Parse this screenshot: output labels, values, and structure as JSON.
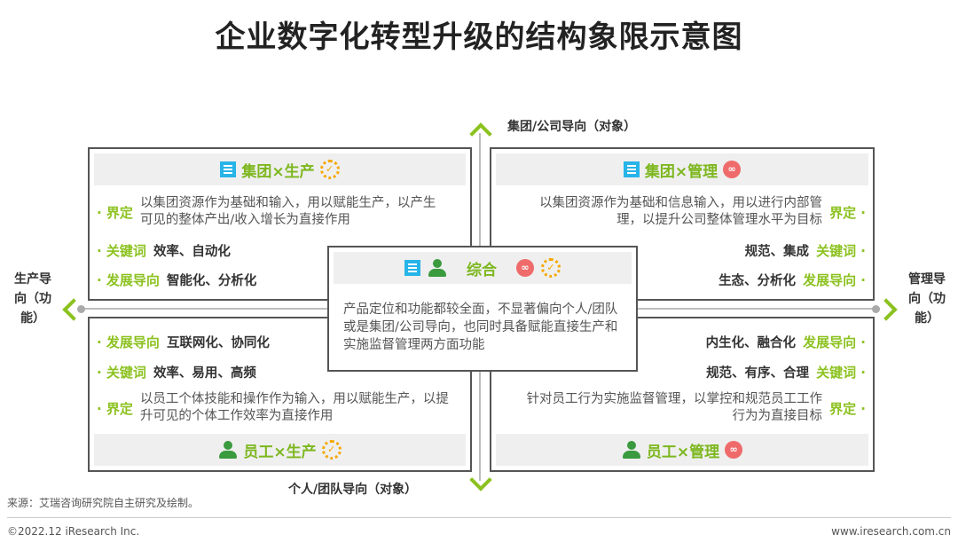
{
  "title": "企业数字化转型升级的结构象限示意图",
  "axes": {
    "top": "集团/公司导向（对象）",
    "bottom": "个人/团队导向（对象）",
    "left": "生产导向（功能）",
    "right": "管理导向（功能）"
  },
  "labels": {
    "define": "界定",
    "keywords": "关键词",
    "direction": "发展导向"
  },
  "tl": {
    "title": "集团×生产",
    "define": "以集团资源作为基础和输入，用以赋能生产，以产生可见的整体产出/收入增长为直接作用",
    "keywords": "效率、自动化",
    "direction": "智能化、分析化"
  },
  "tr": {
    "title": "集团×管理",
    "define": "以集团资源作为基础和信息输入，用以进行内部管理，以提升公司整体管理水平为目标",
    "keywords": "规范、集成",
    "direction": "生态、分析化"
  },
  "bl": {
    "title": "员工×生产",
    "define": "以员工个体技能和操作作为输入，用以赋能生产，以提升可见的个体工作效率为直接作用",
    "keywords": "效率、易用、高频",
    "direction": "互联网化、协同化"
  },
  "br": {
    "title": "员工×管理",
    "define": "针对员工行为实施监督管理，以掌控和规范员工工作行为为直接目标",
    "keywords": "规范、有序、合理",
    "direction": "内生化、融合化"
  },
  "center": {
    "title": "综合",
    "desc": "产品定位和功能都较全面，不显著偏向个人/团队或是集团/公司导向，也同时具备赋能直接生产和实施监督管理两方面功能"
  },
  "footer": {
    "source": "来源：艾瑞咨询研究院自主研究及绘制。",
    "copyright": "©2022.12 iResearch Inc.",
    "url": "www.iresearch.com.cn"
  },
  "colors": {
    "green": "#8cc220",
    "blue": "#27b4e8",
    "orange": "#f5a800",
    "red": "#ef6b6b"
  }
}
